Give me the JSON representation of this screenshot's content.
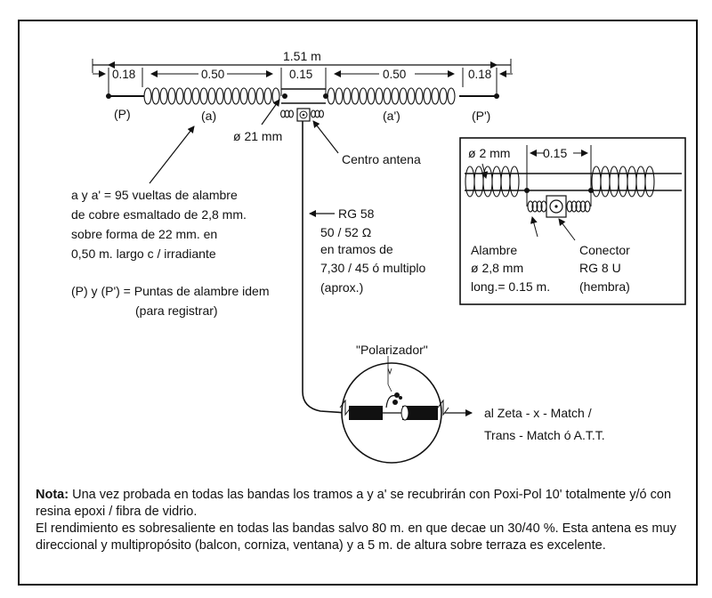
{
  "dims": {
    "total": "1.51 m",
    "seg_p": "0.18",
    "seg_coil": "0.50",
    "seg_center": "0.15",
    "seg_coil2": "0.50",
    "seg_p2": "0.18"
  },
  "labels": {
    "p": "(P)",
    "a": "(a)",
    "a2": "(a')",
    "p2": "(P')",
    "diam21": "ø 21 mm",
    "centro": "Centro antena"
  },
  "coil_desc": [
    "a y a' = 95 vueltas de alambre",
    "de cobre esmaltado de 2,8 mm.",
    "sobre forma de 22 mm. en",
    "0,50 m. largo c / irradiante"
  ],
  "p_desc": [
    "(P) y (P') = Puntas de alambre idem",
    "(para registrar)"
  ],
  "cable": [
    "RG 58",
    "50 / 52 Ω",
    "en tramos de",
    "7,30 / 45 ó multiplo",
    "(aprox.)"
  ],
  "detail": {
    "diam": "ø 2 mm",
    "dim": "0.15",
    "wire": [
      "Alambre",
      "ø 2,8 mm",
      "long.= 0.15 m."
    ],
    "connector": [
      "Conector",
      "RG 8 U",
      "(hembra)"
    ]
  },
  "polarizador": "\"Polarizador\"",
  "destination": [
    "al Zeta - x - Match /",
    "Trans - Match ó A.T.T."
  ],
  "note": {
    "label": "Nota:",
    "text1": " Una vez probada en todas las bandas los tramos a y a' se recubrirán con Poxi-Pol 10' totalmente y/ó con resina epoxi / fibra de vidrio.",
    "text2": "El rendimiento es sobresaliente en todas las bandas salvo 80 m. en que decae un 30/40 %. Esta antena es muy direccional y multipropósito (balcon, corniza, ventana) y a 5 m. de altura sobre terraza es excelente."
  }
}
